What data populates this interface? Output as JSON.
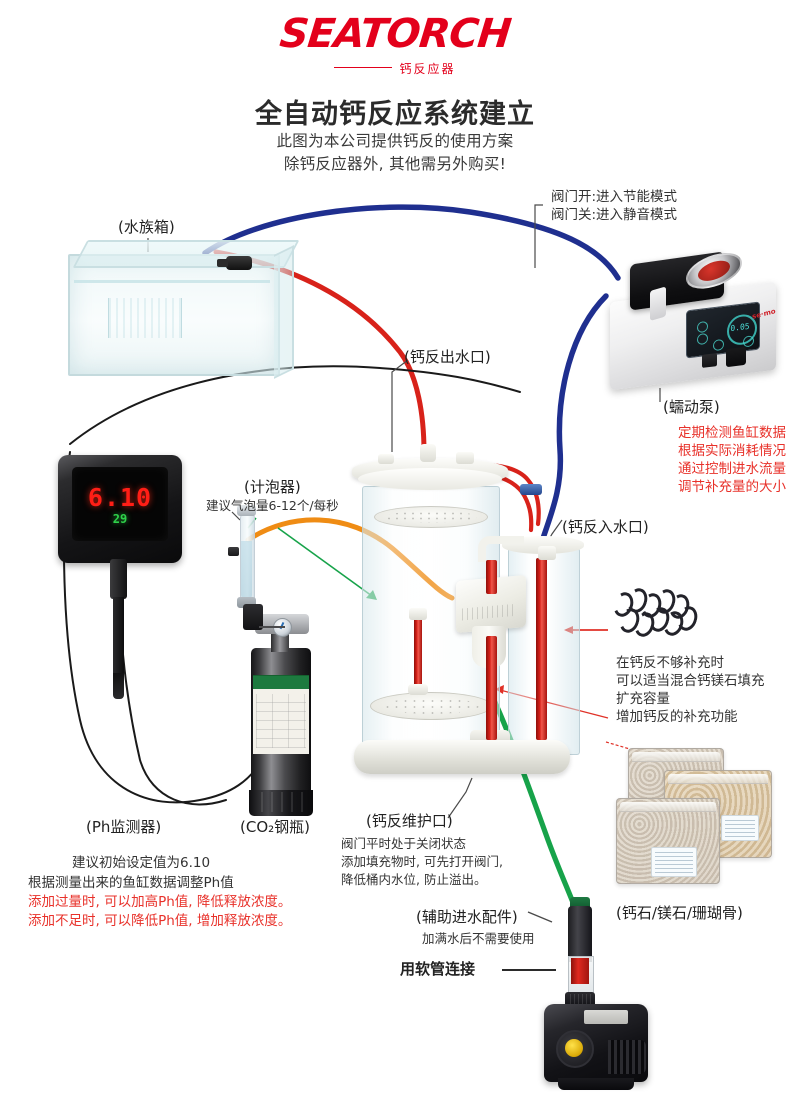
{
  "header": {
    "logo": "SEATORCH",
    "logo_sub": "钙反应器",
    "title": "全自动钙反应系统建立",
    "subtitle1": "此图为本公司提供钙反的使用方案",
    "subtitle2": "除钙反应器外, 其他需另外购买!"
  },
  "colors": {
    "brand_red": "#e3001b",
    "note_red": "#e8312a",
    "text_dark": "#2b2b2b",
    "hose_blue": "#1f2f8f",
    "hose_red": "#d8221a",
    "hose_green": "#17a34a",
    "hose_orange": "#ef8c14",
    "hose_black": "#1a1a1a"
  },
  "annotations": {
    "valve_mode": {
      "line1": "阀门开:进入节能模式",
      "line2": "阀门关:进入静音模式"
    },
    "aquarium_label": "(水族箱)",
    "reactor_outlet_label": "(钙反出水口)",
    "reactor_inlet_label": "(钙反入水口)",
    "peristaltic_pump": {
      "label": "(蠕动泵)",
      "notes": [
        "定期检测鱼缸数据",
        "根据实际消耗情况",
        "通过控制进水流量",
        "调节补充量的大小"
      ]
    },
    "bubble_counter": {
      "label": "(计泡器)",
      "note": "建议气泡量6-12个/每秒"
    },
    "media_note": [
      "在钙反不够补充时",
      "可以适当混合钙镁石填充",
      "扩充容量",
      "增加钙反的补充功能"
    ],
    "maintenance_port": {
      "label": "(钙反维护口)",
      "notes": [
        "阀门平时处于关闭状态",
        "添加填充物时, 可先打开阀门,",
        "降低桶内水位, 防止溢出。"
      ]
    },
    "ph_monitor_label": "(Ph监测器)",
    "co2_bottle_label": "(CO₂钢瓶)",
    "ph_notes": {
      "line1": "建议初始设定值为6.10",
      "line2": "根据测量出来的鱼缸数据调整Ph值",
      "line3_red": "添加过量时, 可以加高Ph值, 降低释放浓度。",
      "line4_red": "添加不足时, 可以降低Ph值, 增加释放浓度。"
    },
    "aux_inlet": {
      "label": "(辅助进水配件)",
      "note": "加满水后不需要使用"
    },
    "soft_hose_label": "用软管连接",
    "media_bags_label": "(钙石/镁石/珊瑚骨)"
  },
  "devices": {
    "ph_display": {
      "ph_value": "6.10",
      "temp_value": "29"
    },
    "peristaltic_display": {
      "value": "0.05"
    }
  }
}
